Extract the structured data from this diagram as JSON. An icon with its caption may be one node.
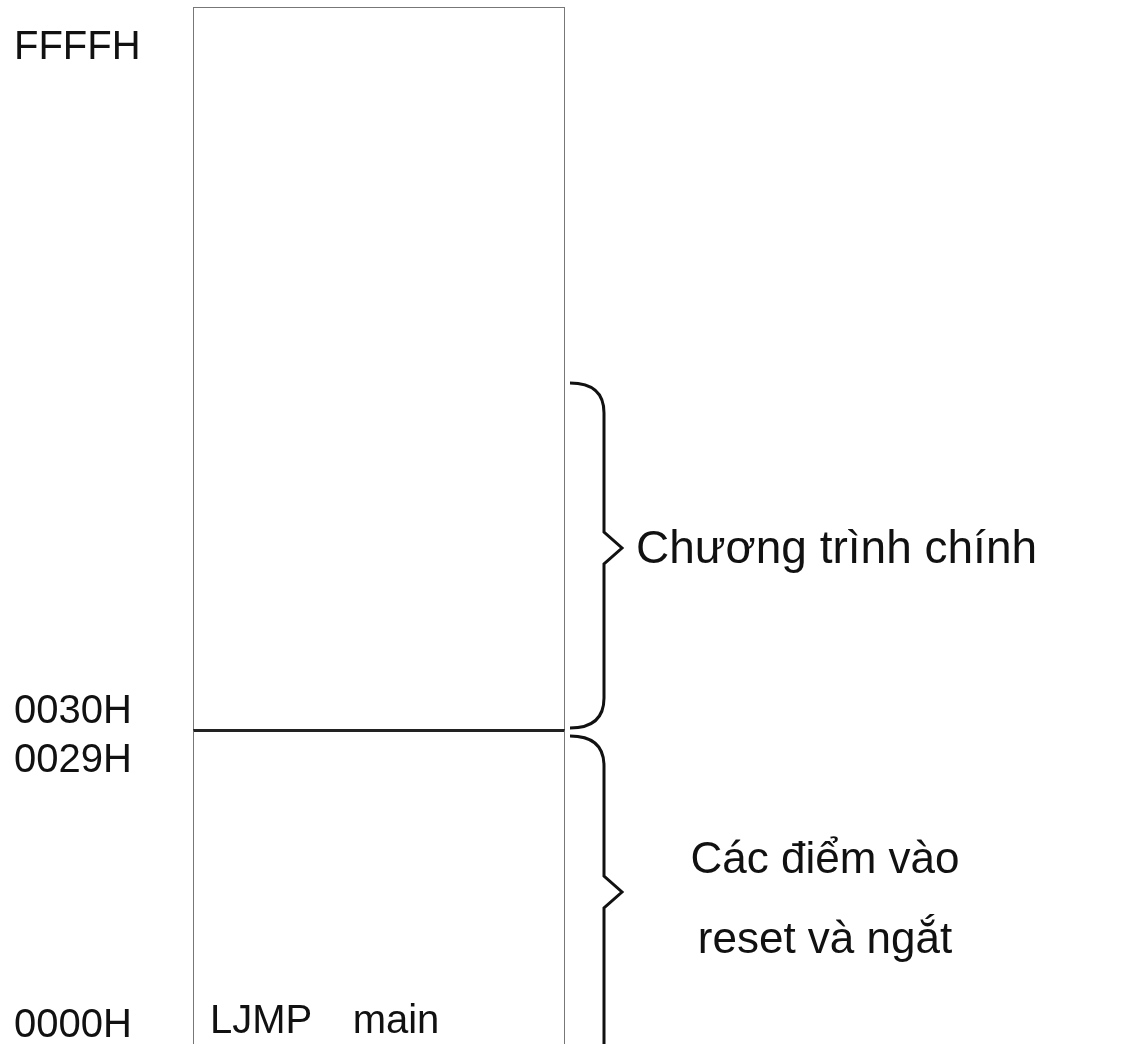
{
  "diagram": {
    "nodes": [
      {
        "text": [],
        "shape": "box"
      },
      {
        "text": [
          "LJMP main"
        ]
      }
    ],
    "labels": [
      "FFFFH",
      "Chương trình chính",
      "0030H",
      "0029H",
      "Các điểm vào reset và ngắt",
      "0000H"
    ]
  }
}
